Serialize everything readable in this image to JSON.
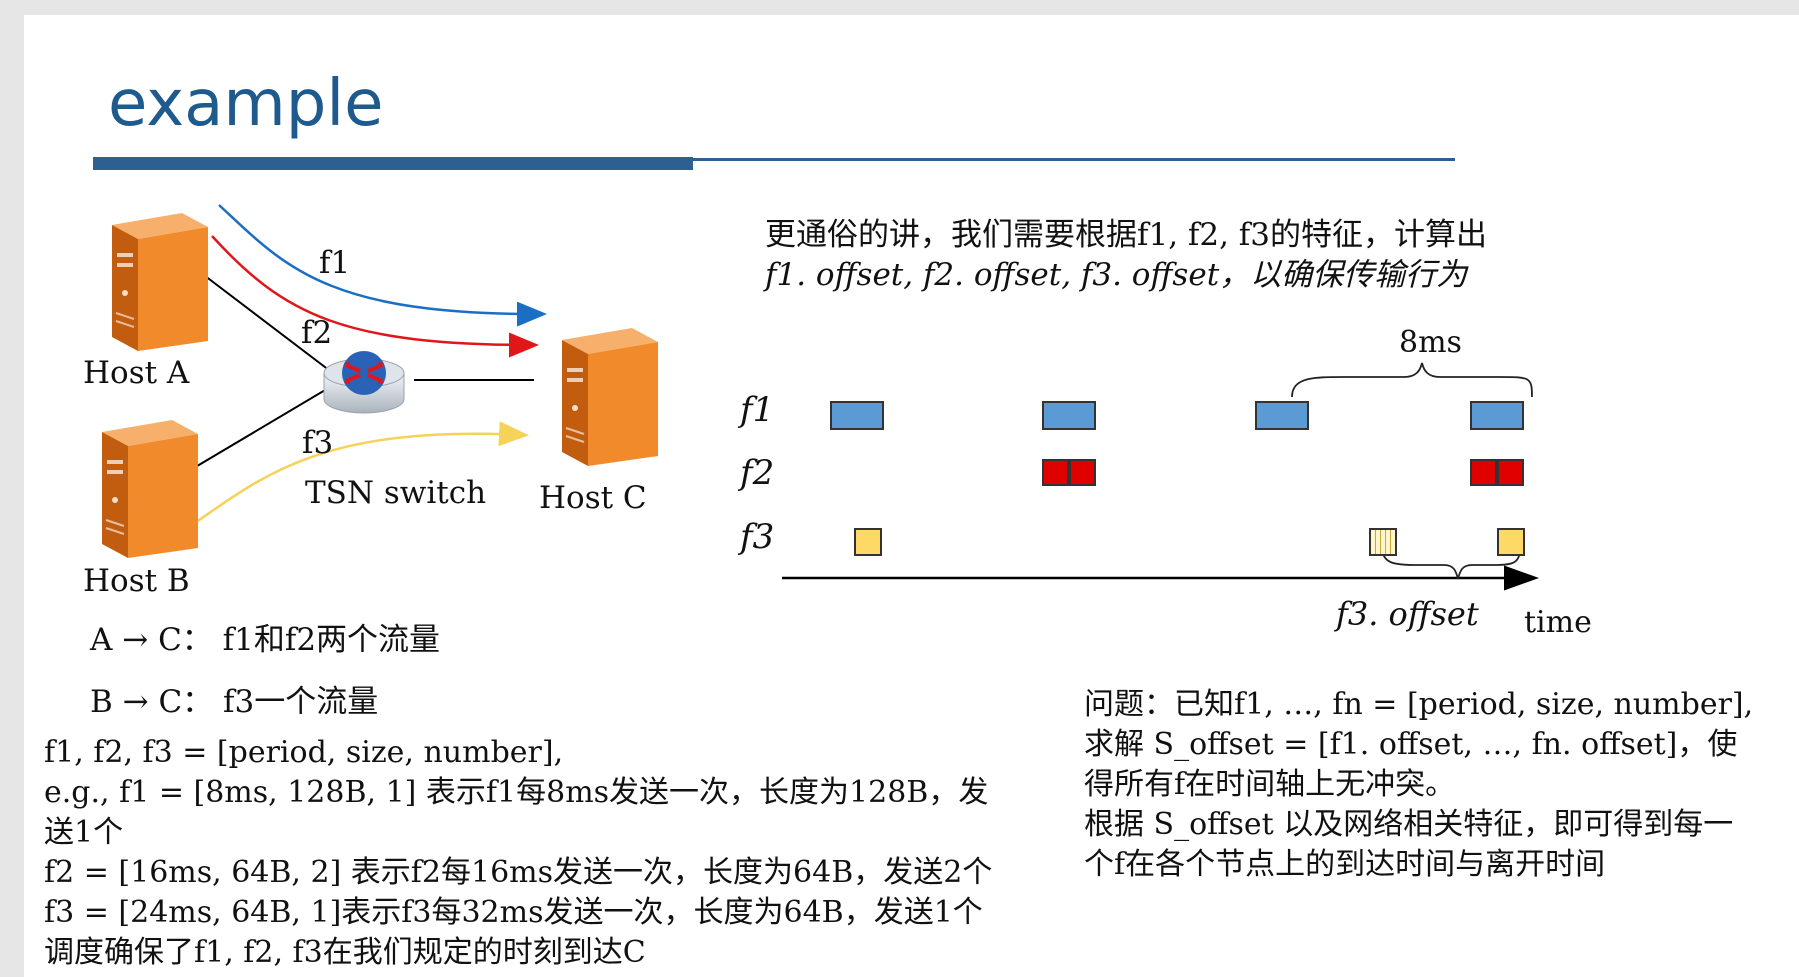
{
  "slide": {
    "title": "example"
  },
  "network": {
    "host_a": "Host A",
    "host_b": "Host B",
    "host_c": "Host C",
    "switch": "TSN switch",
    "flows": [
      "f1",
      "f2",
      "f3"
    ],
    "colors": {
      "f1": "#1a6fc4",
      "f2": "#e0161a",
      "f3": "#f5d35a",
      "server_front": "#f08a2a",
      "server_side": "#c25d10"
    }
  },
  "intro": {
    "line1": "更通俗的讲，我们需要根据f1, f2, f3的特征，计算出",
    "line2": "f1. offset, f2. offset, f3. offset，以确保传输行为"
  },
  "timeline": {
    "rows": [
      "f1",
      "f2",
      "f3"
    ],
    "period_label": "8ms",
    "offset_label": "f3. offset",
    "axis_label": "time",
    "colors": {
      "f1": "#5b9bd5",
      "f2": "#e00000",
      "f3": "#ffd966"
    }
  },
  "flows_desc": {
    "a_to_c": "A → C：  f1和f2两个流量",
    "b_to_c": "B → C：  f3一个流量"
  },
  "definition": {
    "line1": "f1, f2, f3 = [period, size, number],",
    "line2": "e.g., f1 = [8ms, 128B, 1] 表示f1每8ms发送一次，长度为128B，发",
    "line3": "送1个",
    "line4": "f2 = [16ms, 64B, 2] 表示f2每16ms发送一次，长度为64B，发送2个",
    "line5": "f3 = [24ms, 64B, 1]表示f3每32ms发送一次，长度为64B，发送1个",
    "line6": "调度确保了f1, f2, f3在我们规定的时刻到达C"
  },
  "problem": {
    "line1": "问题：已知f1, …, fn = [period, size, number],",
    "line2": "求解 S_offset = [f1. offset, …, fn. offset]，使",
    "line3": "得所有f在时间轴上无冲突。",
    "line4": "根据 S_offset 以及网络相关特征，即可得到每一",
    "line5": "个f在各个节点上的到达时间与离开时间"
  }
}
